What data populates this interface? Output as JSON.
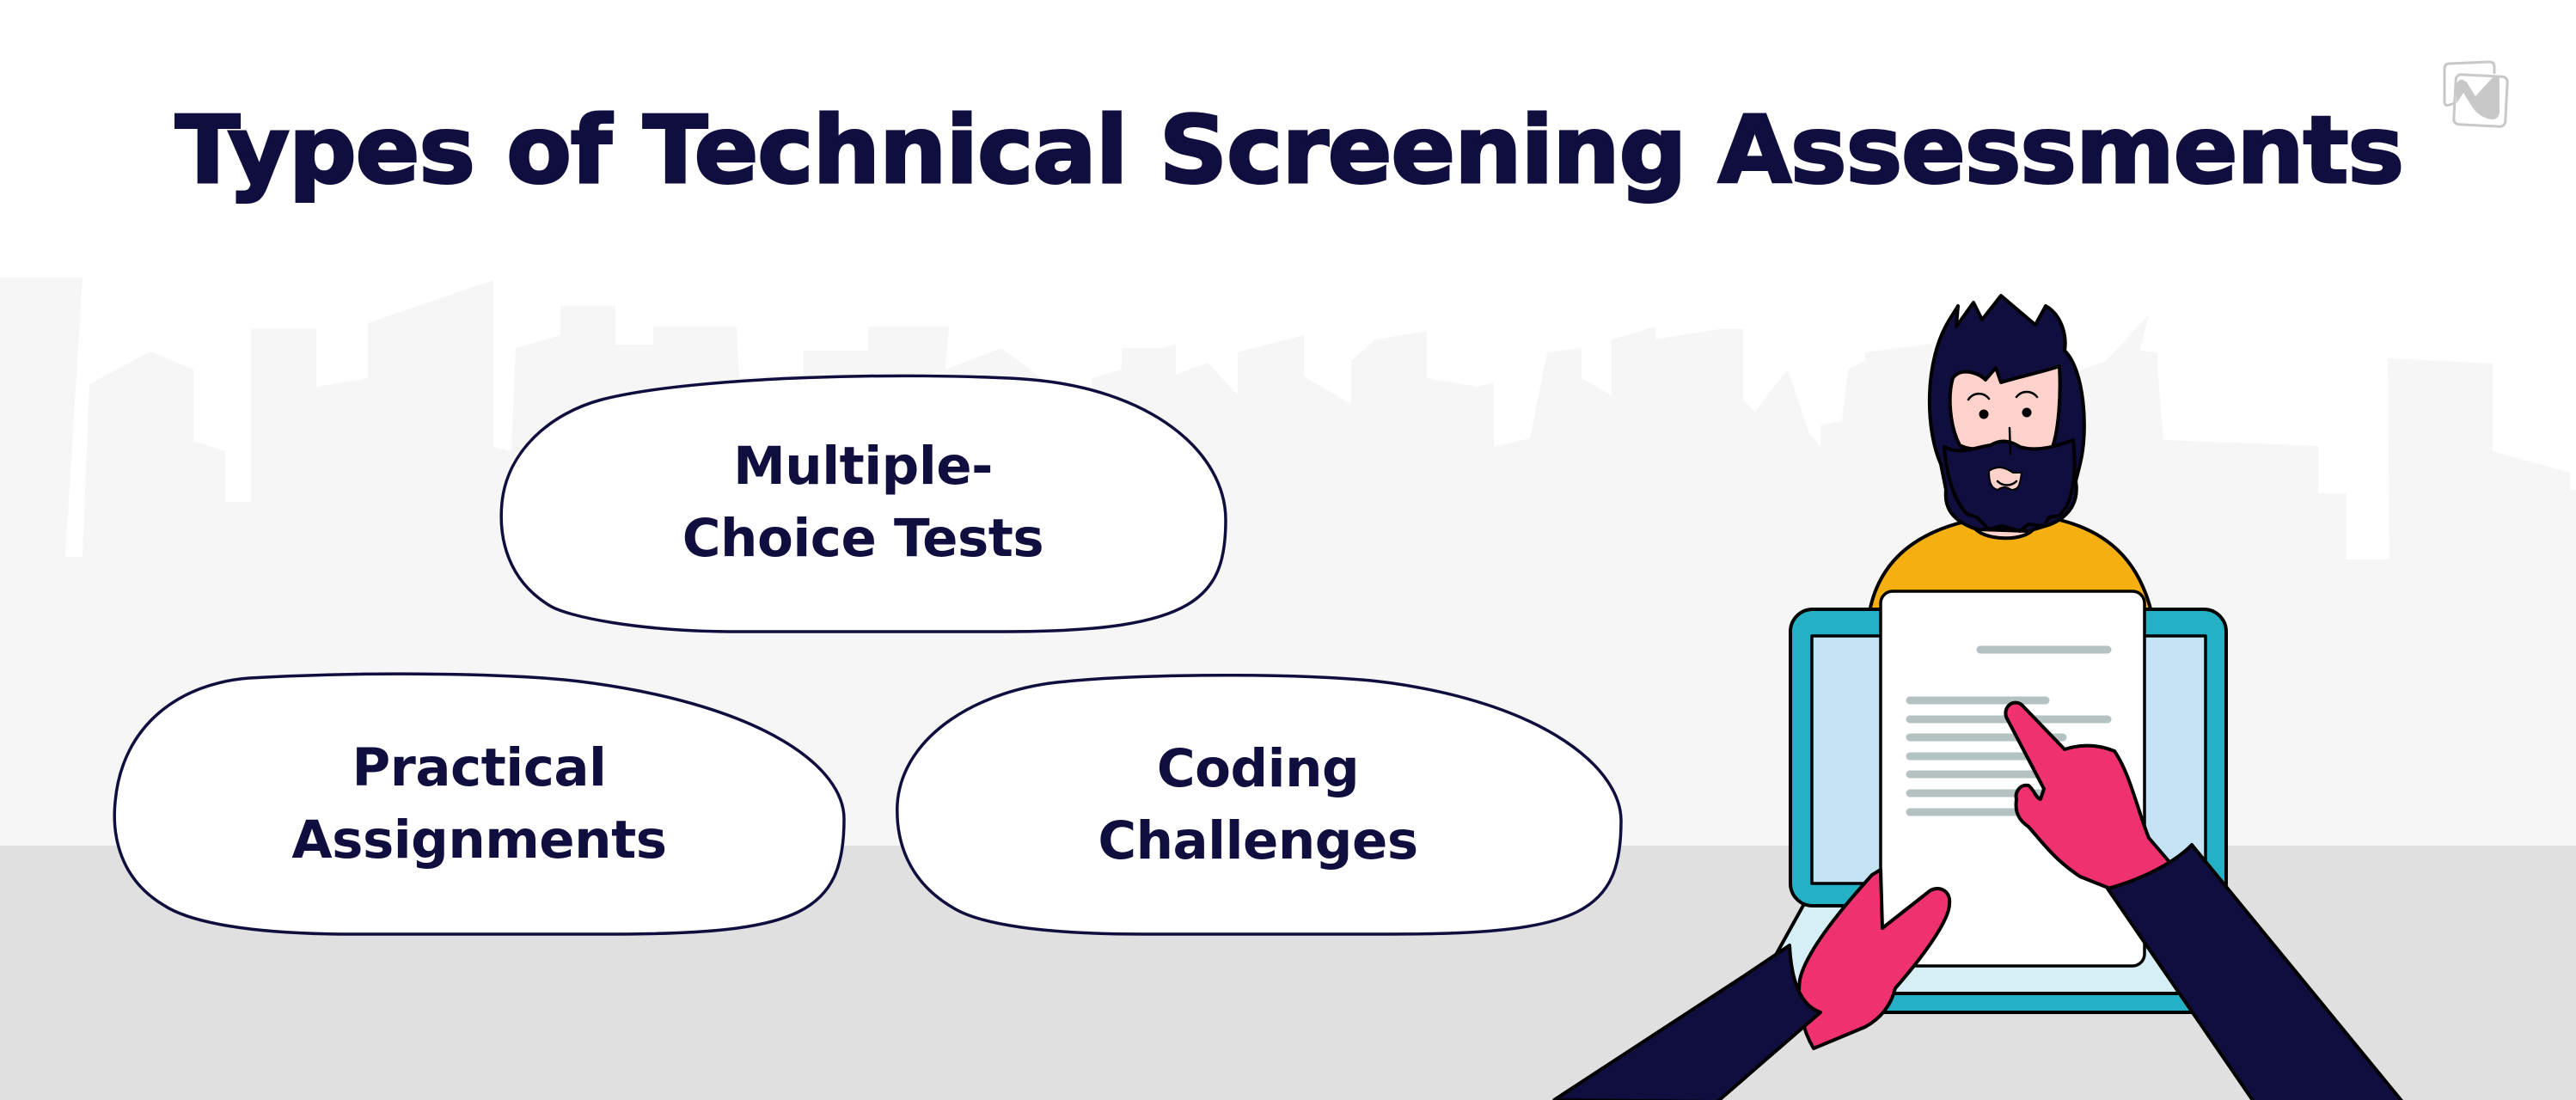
{
  "title": "Types of Technical Screening Assessments",
  "logo": {
    "icon": "brand-logo-icon",
    "color": "#c8c8c8"
  },
  "bubbles": [
    {
      "id": "multiple-choice",
      "lines": [
        "Multiple-",
        "Choice Tests"
      ]
    },
    {
      "id": "practical",
      "lines": [
        "Practical",
        "Assignments"
      ]
    },
    {
      "id": "coding",
      "lines": [
        "Coding",
        "Challenges"
      ]
    }
  ],
  "colors": {
    "text_navy": "#100e3e",
    "background": "#ffffff",
    "skyline": "#f6f6f6",
    "floor": "#e0e0e0",
    "bubble_fill": "#ffffff",
    "bubble_stroke": "#100e3e",
    "hair": "#100e3e",
    "skin": "#ffd2cc",
    "shirt": "#f5b00f",
    "laptop_frame": "#25b1c5",
    "laptop_screen": "#c4e4f6",
    "laptop_base": "#d6eff4",
    "document": "#ffffff",
    "document_lines": "#b5c2c2",
    "hands": "#ef3170",
    "sleeves": "#100e3e"
  },
  "illustration": {
    "description": "Bearded man behind laptop holding a document and pointing at it",
    "elements": [
      "man-head",
      "man-shirt",
      "laptop",
      "document",
      "left-hand",
      "right-hand-pointing",
      "left-sleeve",
      "right-sleeve"
    ]
  }
}
